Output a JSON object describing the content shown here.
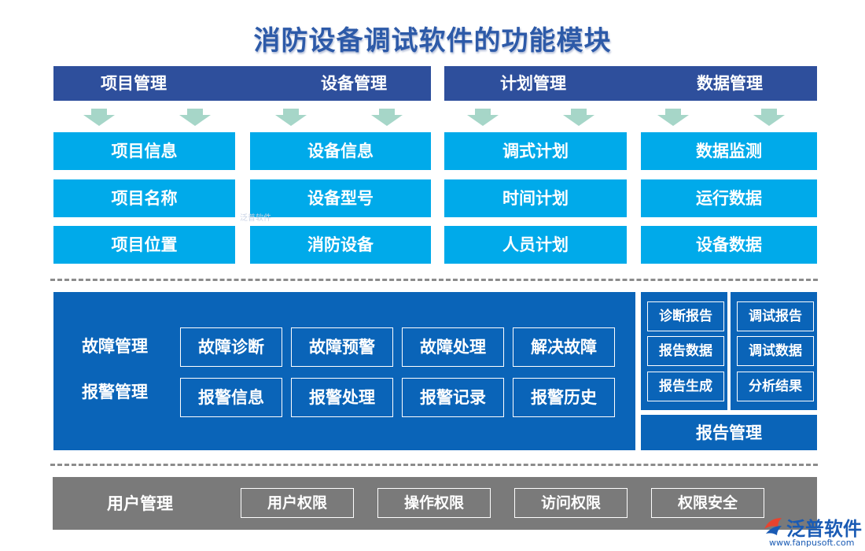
{
  "title": "消防设备调试软件的功能模块",
  "top_headers": [
    "项目管理",
    "设备管理",
    "计划管理",
    "数据管理"
  ],
  "columns": [
    [
      "项目信息",
      "项目名称",
      "项目位置"
    ],
    [
      "设备信息",
      "设备型号",
      "消防设备"
    ],
    [
      "调式计划",
      "时间计划",
      "人员计划"
    ],
    [
      "数据监测",
      "运行数据",
      "设备数据"
    ]
  ],
  "middle": {
    "fault_label": "故障管理",
    "alarm_label": "报警管理",
    "fault_items": [
      "故障诊断",
      "故障预警",
      "故障处理",
      "解决故障"
    ],
    "alarm_items": [
      "报警信息",
      "报警处理",
      "报警记录",
      "报警历史"
    ]
  },
  "report": {
    "left": [
      "诊断报告",
      "报告数据",
      "报告生成"
    ],
    "right": [
      "调试报告",
      "调试数据",
      "分析结果"
    ],
    "label": "报告管理"
  },
  "user": {
    "label": "用户管理",
    "items": [
      "用户权限",
      "操作权限",
      "访问权限",
      "权限安全"
    ]
  },
  "watermark": "泛普软件",
  "logo": {
    "name": "泛普软件",
    "url": "www.fanpusoft.com"
  },
  "colors": {
    "header": "#2e4f9c",
    "cyan": "#00aaea",
    "panel": "#0a64b8",
    "gray": "#7a7a7a",
    "arrow": "#a6d6c8"
  }
}
